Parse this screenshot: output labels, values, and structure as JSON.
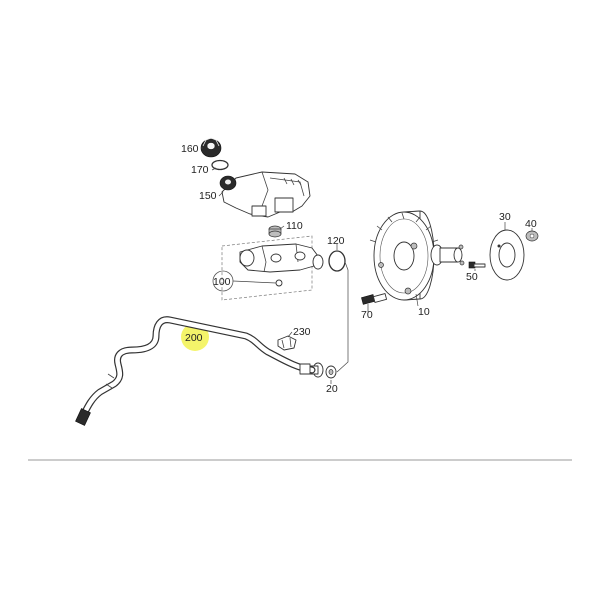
{
  "diagram": {
    "parts": [
      {
        "id": "160",
        "label": "160",
        "name": "reservoir-cap"
      },
      {
        "id": "170",
        "label": "170",
        "name": "cap-seal-ring"
      },
      {
        "id": "150",
        "label": "150",
        "name": "fluid-reservoir"
      },
      {
        "id": "110",
        "label": "110",
        "name": "reservoir-grommet"
      },
      {
        "id": "120",
        "label": "120",
        "name": "o-ring"
      },
      {
        "id": "100",
        "label": "100",
        "name": "master-cylinder"
      },
      {
        "id": "10",
        "label": "10",
        "name": "brake-booster"
      },
      {
        "id": "70",
        "label": "70",
        "name": "vacuum-sensor"
      },
      {
        "id": "30",
        "label": "30",
        "name": "booster-gasket"
      },
      {
        "id": "40",
        "label": "40",
        "name": "nut"
      },
      {
        "id": "50",
        "label": "50",
        "name": "bolt"
      },
      {
        "id": "230",
        "label": "230",
        "name": "hose-clip"
      },
      {
        "id": "200",
        "label": "200",
        "name": "vacuum-hose"
      },
      {
        "id": "20",
        "label": "20",
        "name": "check-valve"
      }
    ],
    "highlight_color": "#f3f35a",
    "highlighted_part": "200"
  }
}
